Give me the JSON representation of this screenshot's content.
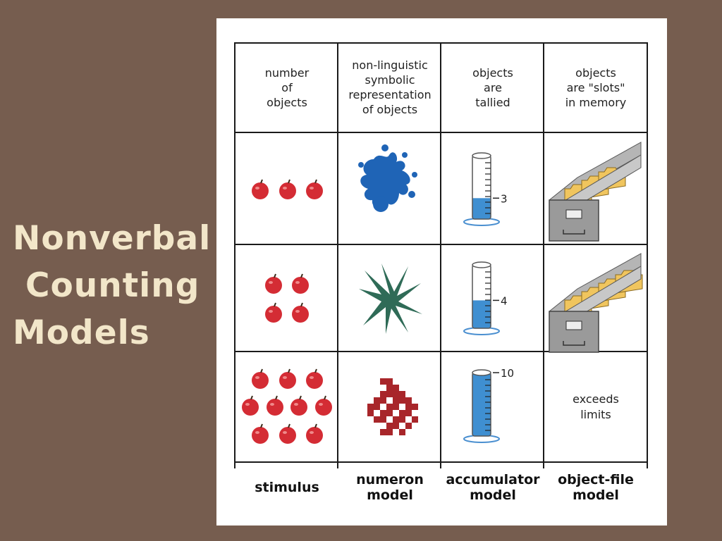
{
  "slide": {
    "title_lines": [
      "Nonverbal",
      "Counting",
      "Models"
    ]
  },
  "table": {
    "header": {
      "stimulus": "number\nof\nobjects",
      "numeron": "non-linguistic\nsymbolic\nrepresentation\nof objects",
      "accumulator": "objects\nare\ntallied",
      "object_file": "objects\nare \"slots\"\nin memory"
    },
    "rows": [
      {
        "apples": 3,
        "accumulator_label": "3",
        "accumulator_level": 0.33,
        "slots": 3
      },
      {
        "apples": 4,
        "accumulator_label": "4",
        "accumulator_level": 0.44,
        "slots": 4
      },
      {
        "apples": 10,
        "accumulator_label": "10",
        "accumulator_level": 1.0,
        "slots_text": "exceeds\nlimits"
      }
    ],
    "footer": {
      "stimulus": "stimulus",
      "numeron": "numeron\nmodel",
      "accumulator": "accumulator\nmodel",
      "object_file": "object-file\nmodel"
    }
  },
  "colors": {
    "background": "#765d4f",
    "title": "#f2e6c9",
    "apple": "#d42c34",
    "numeron_blue": "#1f64b6",
    "numeron_green": "#2f6b57",
    "numeron_red": "#a8262a",
    "cylinder_liquid": "#3f8fd1",
    "folder": "#f0c55e",
    "cabinet": "#9a9a9a"
  }
}
